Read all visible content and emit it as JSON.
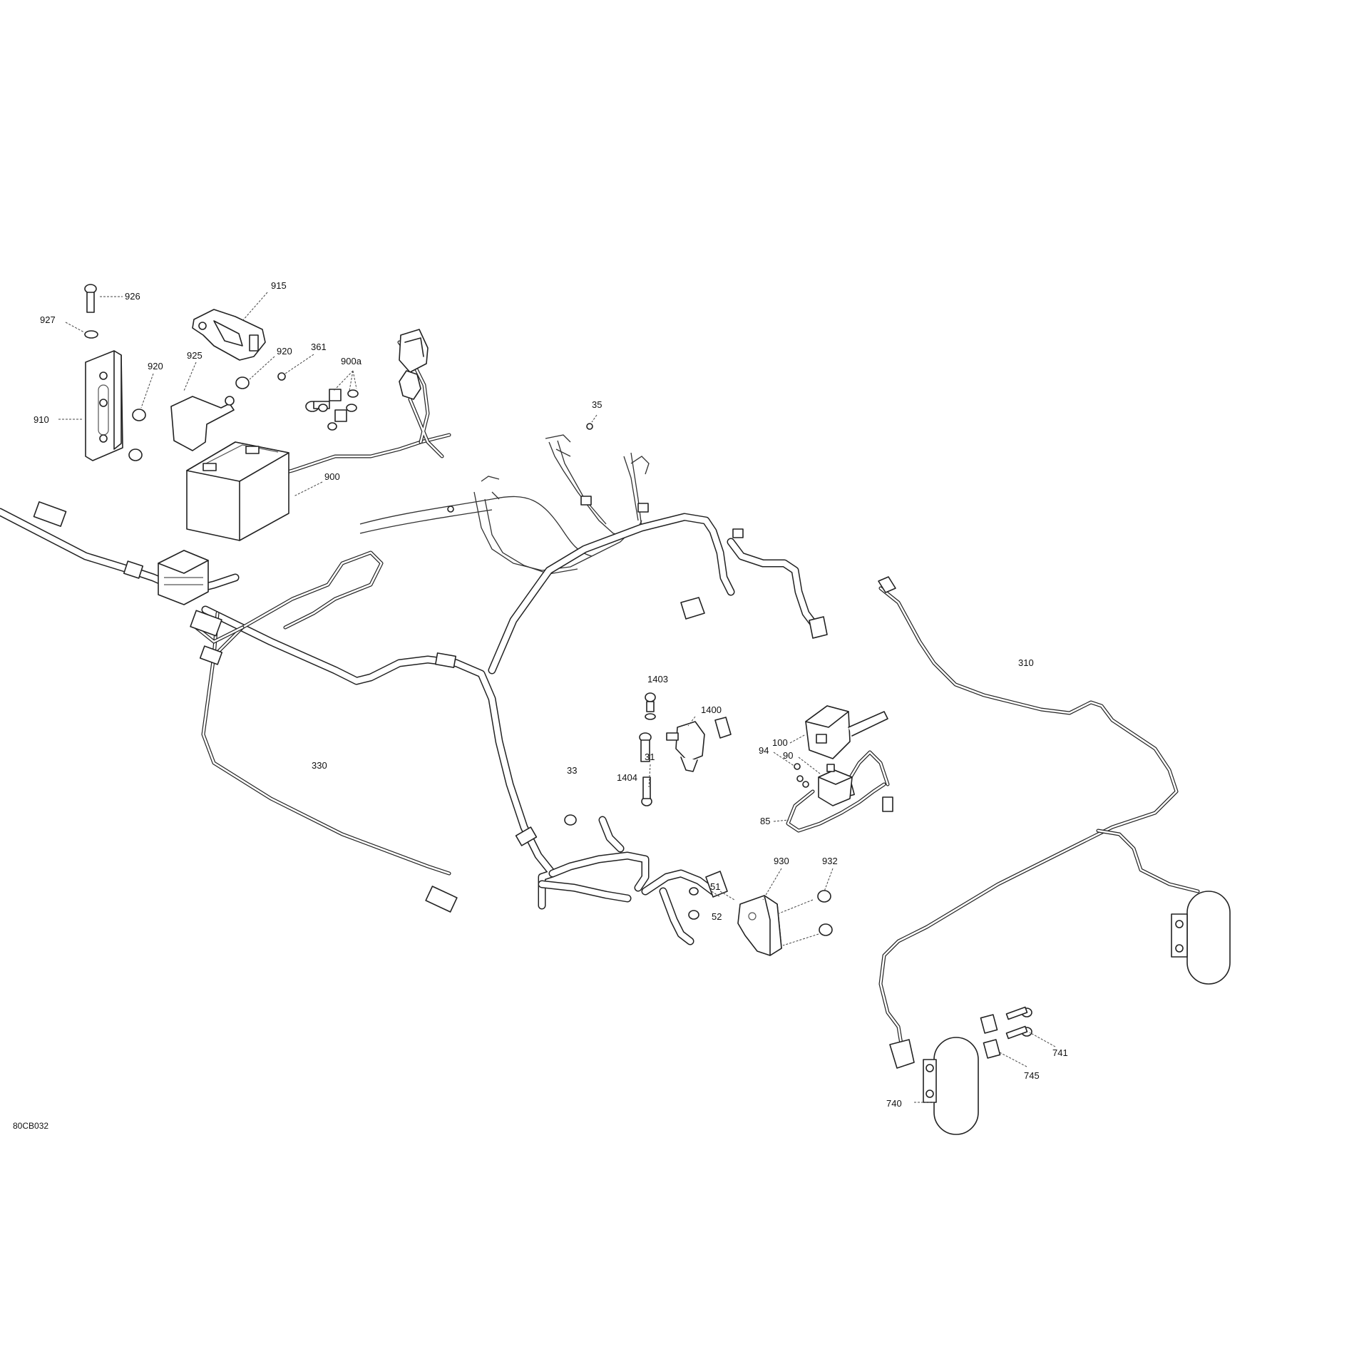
{
  "diagram": {
    "code": "80CB032",
    "labels": {
      "l926": "926",
      "l927": "927",
      "l915": "915",
      "l920a": "920",
      "l920b": "920",
      "l925": "925",
      "l361": "361",
      "l900a": "900a",
      "l910": "910",
      "l900": "900",
      "l35": "35",
      "l1403": "1403",
      "l1400": "1400",
      "l1404": "1404",
      "l100": "100",
      "l90": "90",
      "l94": "94",
      "l85": "85",
      "l31": "31",
      "l33": "33",
      "l330": "330",
      "l310": "310",
      "l930": "930",
      "l932": "932",
      "l51": "51",
      "l52": "52",
      "l741": "741",
      "l745": "745",
      "l740": "740"
    }
  }
}
